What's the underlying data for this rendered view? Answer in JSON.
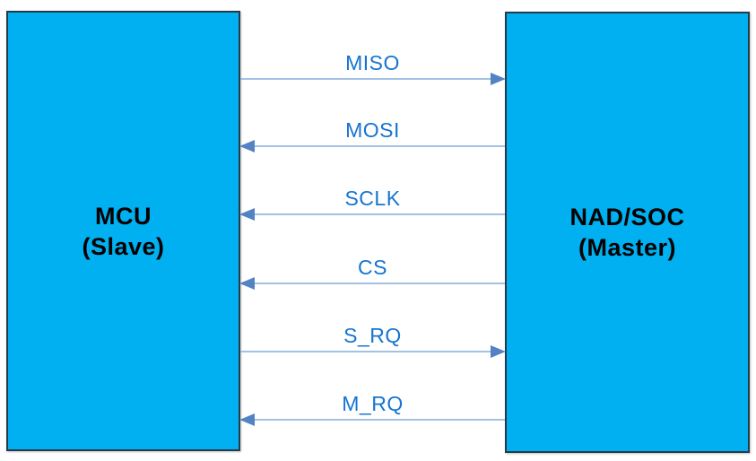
{
  "diagram": {
    "nodes": [
      {
        "id": "mcu",
        "title": "MCU",
        "subtitle": "(Slave)"
      },
      {
        "id": "nad_soc",
        "title": "NAD/SOC",
        "subtitle": "(Master)"
      }
    ],
    "signals": [
      {
        "label": "MISO",
        "direction": "to_master"
      },
      {
        "label": "MOSI",
        "direction": "to_slave"
      },
      {
        "label": "SCLK",
        "direction": "to_slave"
      },
      {
        "label": "CS",
        "direction": "to_slave"
      },
      {
        "label": "S_RQ",
        "direction": "to_master"
      },
      {
        "label": "M_RQ",
        "direction": "to_slave"
      }
    ],
    "colors": {
      "node_fill": "#00b0f0",
      "node_border": "#253b48",
      "node_text": "#000000",
      "signal_line": "#a3c1e5",
      "arrowhead": "#5383c4",
      "label_text": "#1674d2",
      "background": "#ffffff"
    }
  }
}
